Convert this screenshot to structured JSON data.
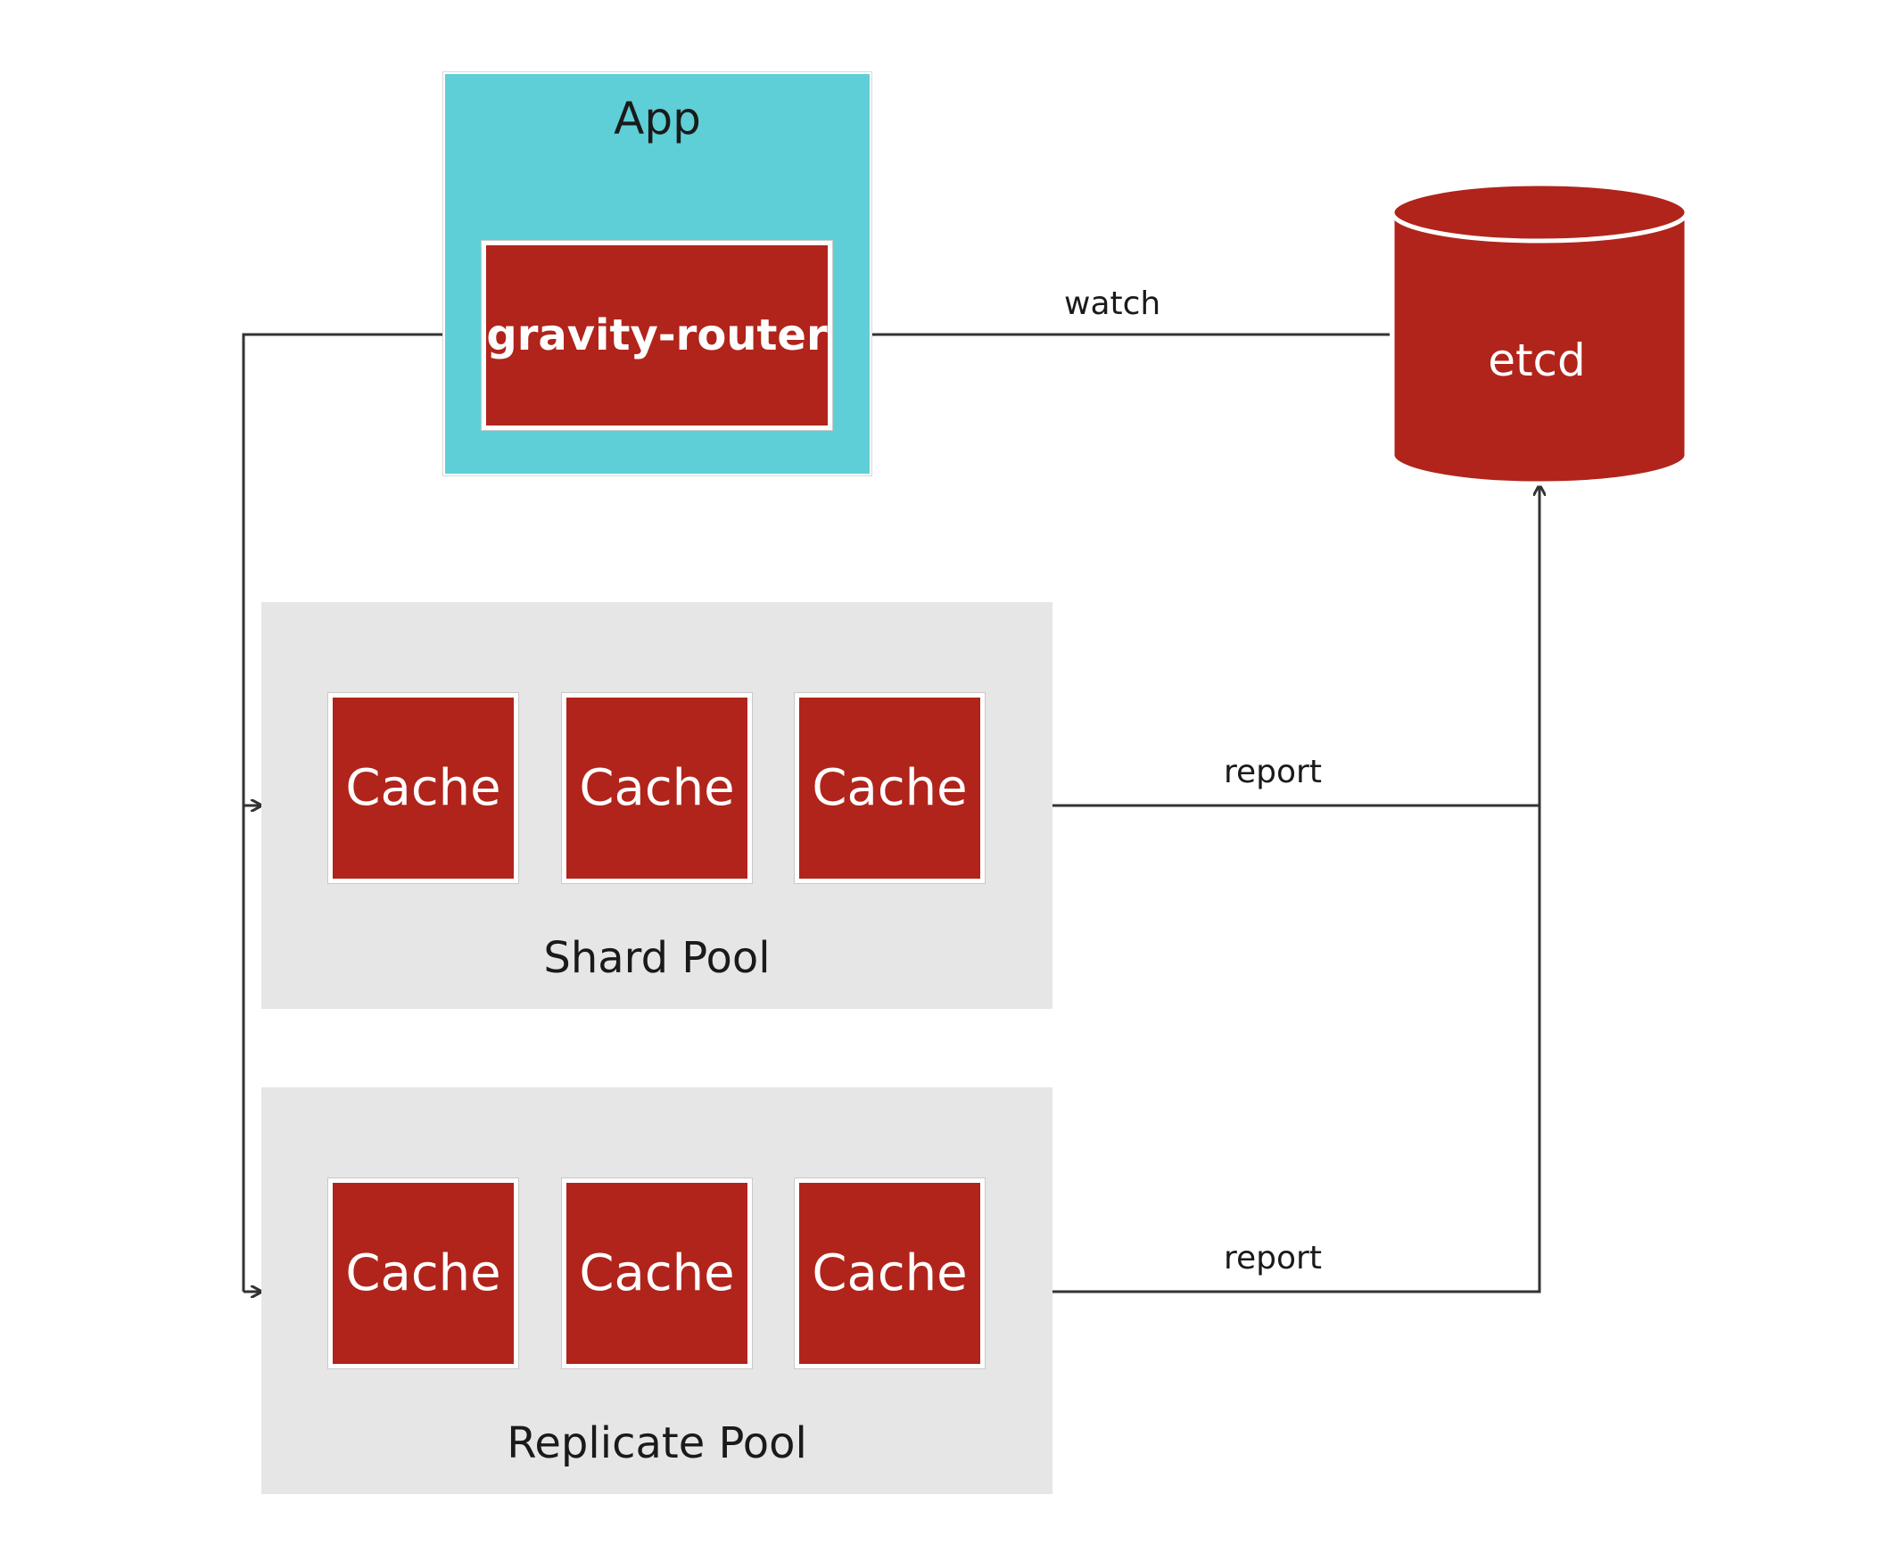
{
  "app": {
    "title": "App",
    "router_label": "gravity-router"
  },
  "etcd": {
    "label": "etcd"
  },
  "edges": {
    "watch": "watch",
    "report_shard": "report",
    "report_replicate": "report"
  },
  "shard_pool": {
    "label": "Shard Pool",
    "caches": [
      "Cache",
      "Cache",
      "Cache"
    ]
  },
  "replicate_pool": {
    "label": "Replicate Pool",
    "caches": [
      "Cache",
      "Cache",
      "Cache"
    ]
  },
  "colors": {
    "node_red": "#b1241b",
    "app_teal": "#5ecfd6",
    "pool_grey": "#e6e6e6",
    "line": "#333333"
  }
}
